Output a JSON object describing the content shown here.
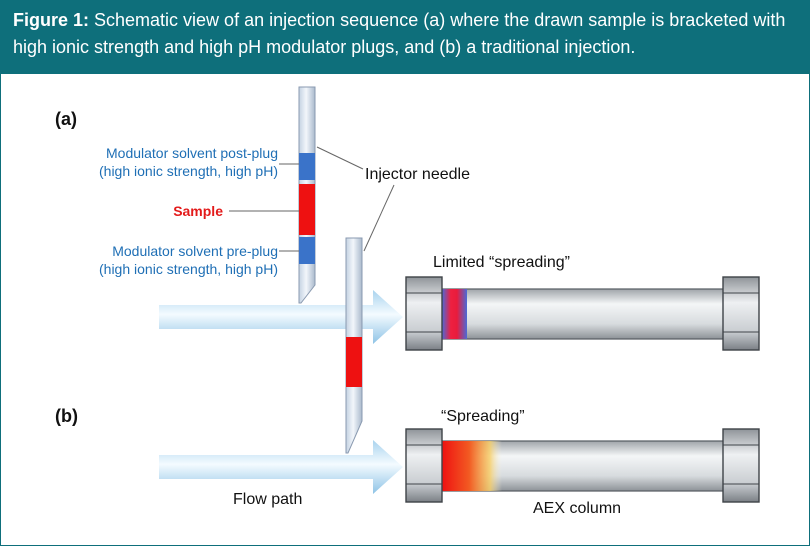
{
  "figure": {
    "label": "Figure 1:",
    "caption": " Schematic view of an injection sequence (a) where the drawn sample is bracketed with high ionic strength and high pH modulator plugs, and (b) a traditional injection."
  },
  "panels": {
    "a": "(a)",
    "b": "(b)"
  },
  "labels": {
    "post_plug_line1": "Modulator solvent post-plug",
    "post_plug_line2": "(high ionic strength, high pH)",
    "sample": "Sample",
    "pre_plug_line1": "Modulator solvent pre-plug",
    "pre_plug_line2": "(high ionic strength, high pH)",
    "injector_needle": "Injector needle",
    "limited_spreading": "Limited “spreading”",
    "spreading": "“Spreading”",
    "flow_path": "Flow path",
    "aex_column": "AEX column"
  },
  "colors": {
    "header_bg": "#0e6f7b",
    "modulator_blue": "#3a73c9",
    "sample_red": "#ee1111",
    "label_blue": "#1f6fb5",
    "label_red": "#e31b1b",
    "text_dark": "#111111"
  }
}
